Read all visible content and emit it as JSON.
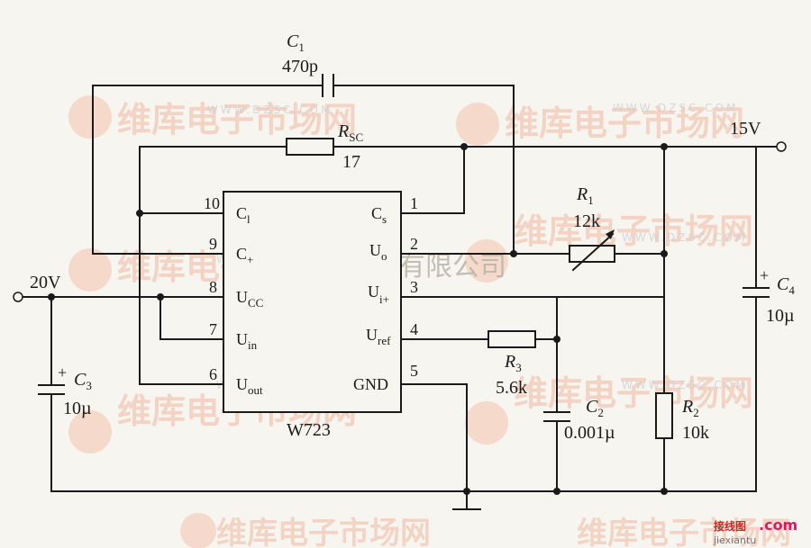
{
  "watermark": {
    "brand": "维库电子市场网",
    "url": "WWW.DZSC.COM",
    "company": "杭州将睿科技有限公司"
  },
  "footer": {
    "site": "接线图",
    "dotcom": ".com",
    "host": "jiexiantu"
  },
  "circuit": {
    "ic_name": "W723",
    "pins": [
      {
        "num": "10",
        "name": "C",
        "sub": "l"
      },
      {
        "num": "9",
        "name": "C",
        "sub": "+"
      },
      {
        "num": "8",
        "name": "U",
        "sub": "CC"
      },
      {
        "num": "7",
        "name": "U",
        "sub": "in"
      },
      {
        "num": "6",
        "name": "U",
        "sub": "out"
      },
      {
        "num": "1",
        "name": "C",
        "sub": "s"
      },
      {
        "num": "2",
        "name": "U",
        "sub": "o"
      },
      {
        "num": "3",
        "name": "U",
        "sub": "i+"
      },
      {
        "num": "4",
        "name": "U",
        "sub": "ref"
      },
      {
        "num": "5",
        "name": "GND",
        "sub": ""
      }
    ],
    "c1": {
      "name": "C",
      "sub": "1",
      "value": "470p"
    },
    "rsc": {
      "name": "R",
      "sub": "SC",
      "value": "17"
    },
    "r1": {
      "name": "R",
      "sub": "1",
      "value": "12k"
    },
    "r2": {
      "name": "R",
      "sub": "2",
      "value": "10k"
    },
    "r3": {
      "name": "R",
      "sub": "3",
      "value": "5.6k"
    },
    "c2": {
      "name": "C",
      "sub": "2",
      "value": "0.001µ"
    },
    "c3": {
      "name": "C",
      "sub": "3",
      "value": "10µ",
      "plus": "+"
    },
    "c4": {
      "name": "C",
      "sub": "4",
      "value": "10µ",
      "plus": "+"
    },
    "vin": "20V",
    "vout": "15V"
  }
}
